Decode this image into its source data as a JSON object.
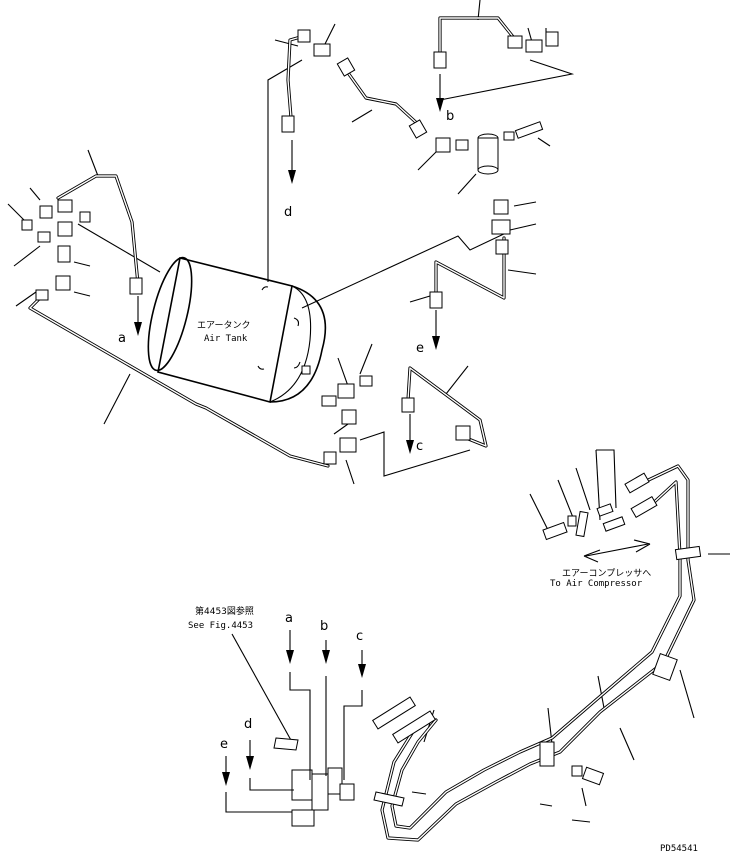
{
  "labels": {
    "tank_jp": "エアータンク",
    "tank_en": "Air Tank",
    "compressor_jp": "エアーコンプレッサへ",
    "compressor_en": "To Air Compressor",
    "see_fig_jp": "第4453図参照",
    "see_fig_en": "See Fig.4453",
    "drawing_no": "PD54541"
  },
  "connection_letters": {
    "a": "a",
    "b": "b",
    "c": "c",
    "d": "d",
    "e": "e"
  }
}
